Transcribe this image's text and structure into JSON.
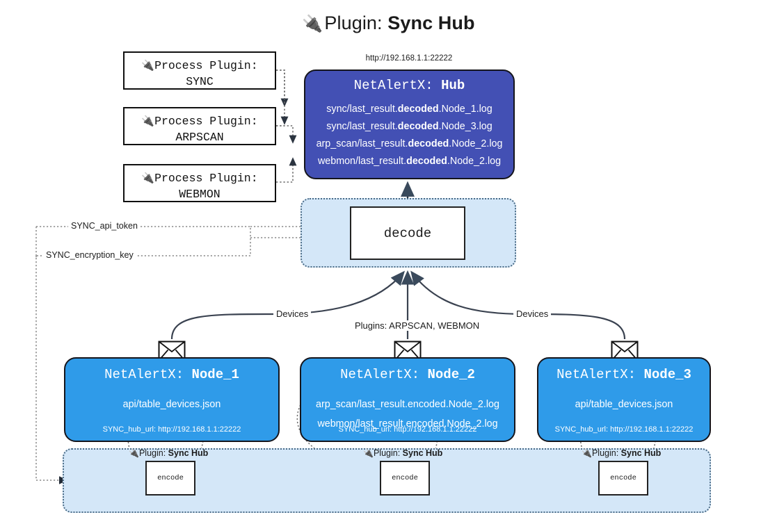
{
  "header": {
    "plug_icon": "🔌",
    "prefix": "Plugin: ",
    "name": "Sync Hub"
  },
  "hub": {
    "url": "http://192.168.1.1:22222",
    "title_prefix": "NetAlertX: ",
    "title_name": "Hub",
    "lines": [
      {
        "pre": "sync/last_result.",
        "em": "decoded",
        "post": ".Node_1.log"
      },
      {
        "pre": "sync/last_result.",
        "em": "decoded",
        "post": ".Node_3.log"
      },
      {
        "pre": "arp_scan/last_result.",
        "em": "decoded",
        "post": ".Node_2.log"
      },
      {
        "pre": "webmon/last_result.",
        "em": "decoded",
        "post": ".Node_2.log"
      }
    ]
  },
  "process_plugins": [
    {
      "icon": "🔌",
      "line1": "Process Plugin:",
      "line2": "SYNC"
    },
    {
      "icon": "🔌",
      "line1": "Process Plugin:",
      "line2": "ARPSCAN"
    },
    {
      "icon": "🔌",
      "line1": "Process Plugin:",
      "line2": "WEBMON"
    }
  ],
  "decode": {
    "label": "decode"
  },
  "settings_wires": [
    {
      "label": "SYNC_api_token"
    },
    {
      "label": "SYNC_encryption_key"
    }
  ],
  "flow_labels": {
    "devices_left": "Devices",
    "plugins_middle": "Plugins: ARPSCAN, WEBMON",
    "devices_right": "Devices"
  },
  "nodes": [
    {
      "title_prefix": "NetAlertX: ",
      "title_name": "Node_1",
      "lines": [
        "api/table_devices.json"
      ],
      "footer": "SYNC_hub_url: http://192.168.1.1:22222"
    },
    {
      "title_prefix": "NetAlertX: ",
      "title_name": "Node_2",
      "lines": [
        "arp_scan/last_result.encoded.Node_2.log",
        "webmon/last_result.encoded.Node_2.log"
      ],
      "footer": "SYNC_hub_url: http://192.168.1.1:22222"
    },
    {
      "title_prefix": "NetAlertX: ",
      "title_name": "Node_3",
      "lines": [
        "api/table_devices.json"
      ],
      "footer": "SYNC_hub_url: http://192.168.1.1:22222"
    }
  ],
  "encoders": [
    {
      "icon": "🔌",
      "prefix": "Plugin: ",
      "name": "Sync Hub",
      "box_label": "encode"
    },
    {
      "icon": "🔌",
      "prefix": "Plugin: ",
      "name": "Sync Hub",
      "box_label": "encode"
    },
    {
      "icon": "🔌",
      "prefix": "Plugin: ",
      "name": "Sync Hub",
      "box_label": "encode"
    }
  ],
  "colors": {
    "hub_fill": "#4350b4",
    "node_fill": "#2f9be9",
    "group_fill": "#d4e7f8",
    "stroke": "#15151c"
  }
}
